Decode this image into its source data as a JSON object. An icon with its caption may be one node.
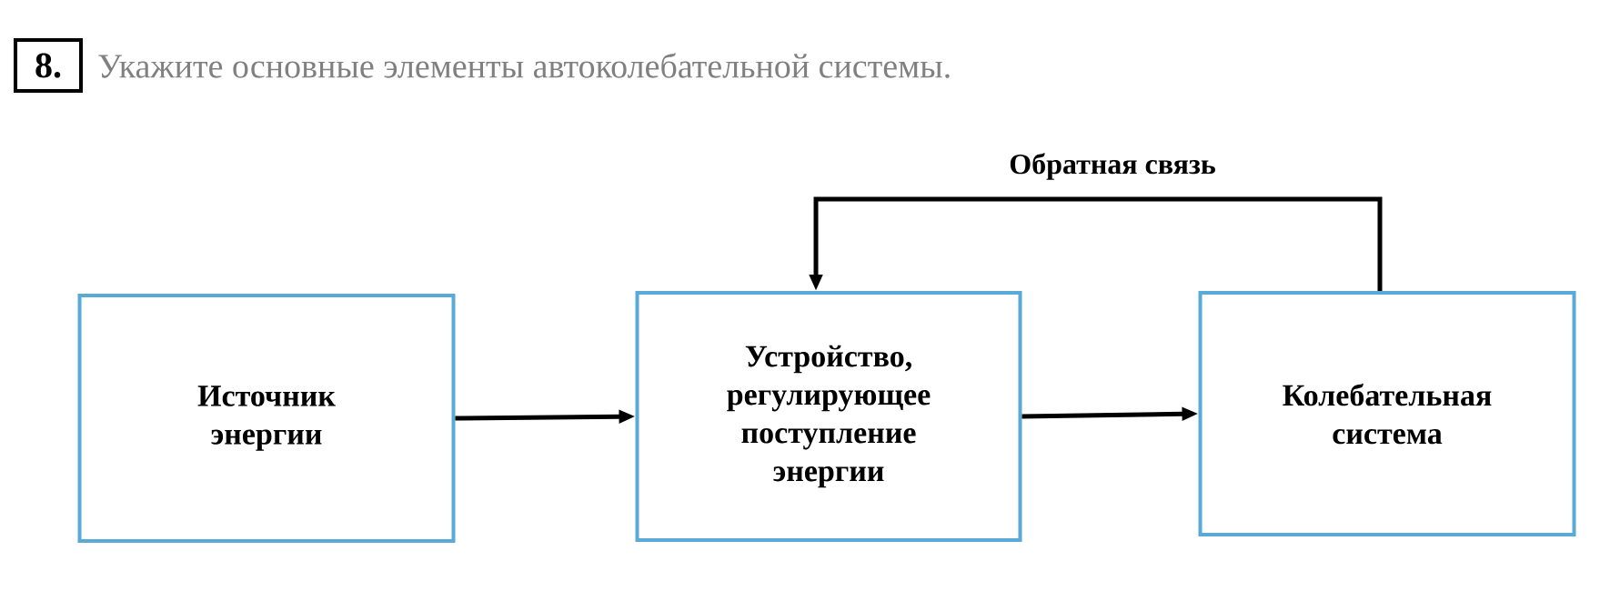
{
  "diagram": {
    "title": "Укажите основные элементы автоколебательной системы.",
    "nodes": [
      {
        "text": [
          "8."
        ]
      },
      {
        "text": [
          "Источник энергии"
        ]
      },
      {
        "text": [
          "Устройство, регулирующее поступление энергии"
        ]
      },
      {
        "text": [
          "Колебательная система"
        ]
      }
    ],
    "edges": [
      {
        "from": 1,
        "to": 2,
        "arrow": "to"
      },
      {
        "from": 2,
        "to": 3,
        "arrow": "to"
      },
      {
        "from": 3,
        "to": 2,
        "arrow": "to",
        "label": "Обратная связь"
      }
    ]
  }
}
